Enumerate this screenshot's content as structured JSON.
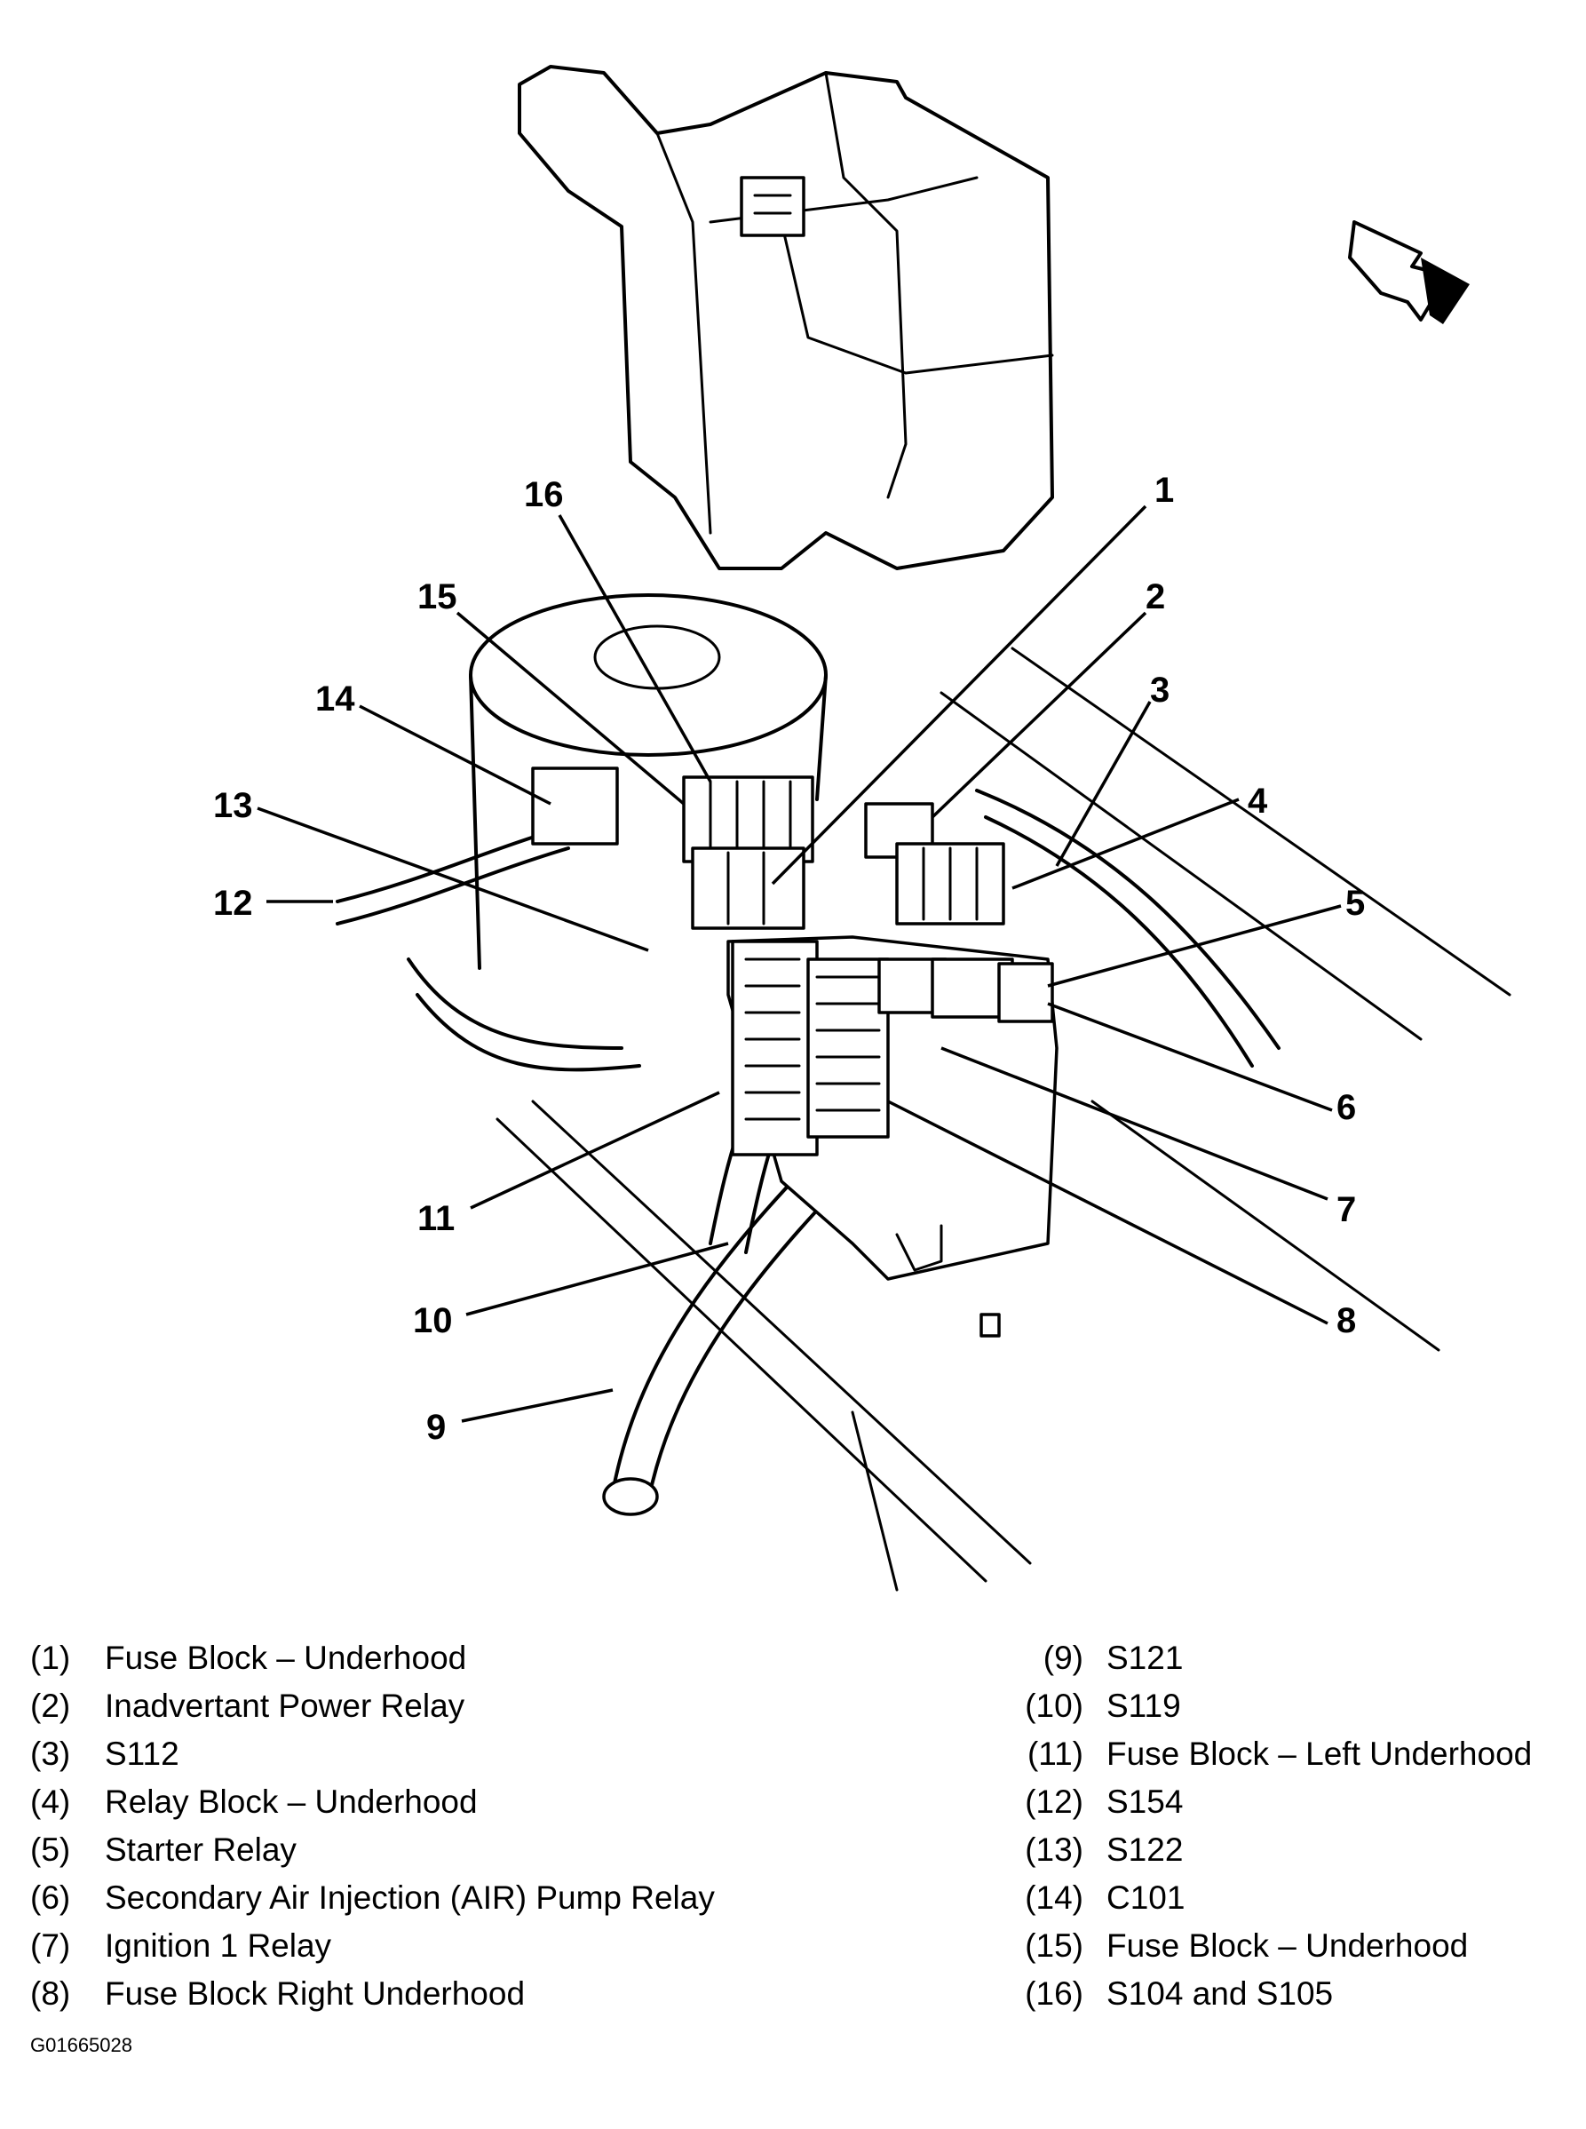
{
  "diagram": {
    "callouts": [
      "1",
      "2",
      "3",
      "4",
      "5",
      "6",
      "7",
      "8",
      "9",
      "10",
      "11",
      "12",
      "13",
      "14",
      "15",
      "16"
    ]
  },
  "legend": {
    "left": [
      {
        "num": "(1)",
        "text": "Fuse Block – Underhood"
      },
      {
        "num": "(2)",
        "text": "Inadvertant Power Relay"
      },
      {
        "num": "(3)",
        "text": "S112"
      },
      {
        "num": "(4)",
        "text": "Relay Block – Underhood"
      },
      {
        "num": "(5)",
        "text": "Starter Relay"
      },
      {
        "num": "(6)",
        "text": "Secondary Air Injection (AIR) Pump Relay"
      },
      {
        "num": "(7)",
        "text": "Ignition 1 Relay"
      },
      {
        "num": "(8)",
        "text": "Fuse Block Right Underhood"
      }
    ],
    "right": [
      {
        "num": "(9)",
        "text": "S121"
      },
      {
        "num": "(10)",
        "text": "S119"
      },
      {
        "num": "(11)",
        "text": "Fuse Block – Left Underhood"
      },
      {
        "num": "(12)",
        "text": "S154"
      },
      {
        "num": "(13)",
        "text": "S122"
      },
      {
        "num": "(14)",
        "text": "C101"
      },
      {
        "num": "(15)",
        "text": "Fuse Block – Underhood"
      },
      {
        "num": "(16)",
        "text": "S104 and S105"
      }
    ]
  },
  "figure_id": "G01665028"
}
